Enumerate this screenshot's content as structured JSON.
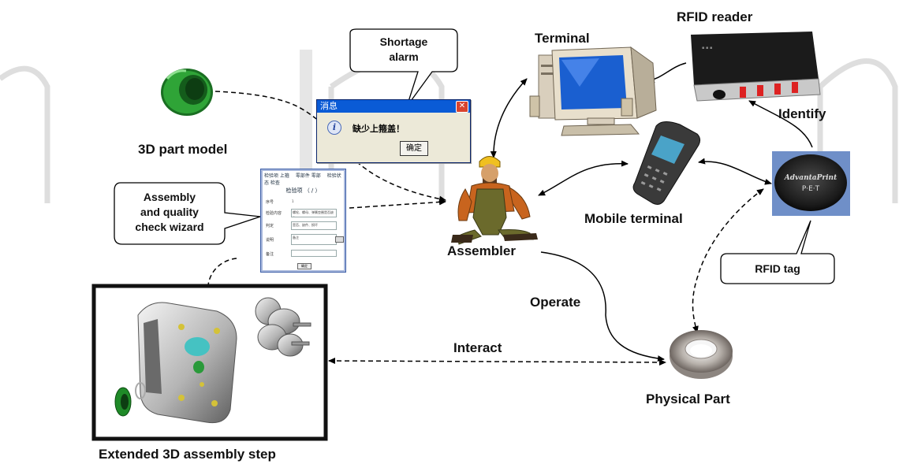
{
  "labels": {
    "rfid_reader": "RFID reader",
    "terminal": "Terminal",
    "identify": "Identify",
    "part_model": "3D part model",
    "assembler": "Assembler",
    "mobile_terminal": "Mobile terminal",
    "operate": "Operate",
    "interact": "Interact",
    "physical_part": "Physical Part",
    "extended_step": "Extended 3D assembly step"
  },
  "callouts": {
    "shortage": "Shortage\nalarm",
    "wizard": "Assembly\nand quality\ncheck wizard",
    "rfid_tag": "RFID tag"
  },
  "dialog": {
    "title": "消息",
    "message": "缺少上箍盖！",
    "ok": "确定"
  },
  "wizard_form": {
    "header_left": "检验项 上箍",
    "header_mid": "零部件 零部",
    "header_right": "检验状态 检查",
    "title": "检验项 （ / ）",
    "rows": [
      {
        "label": "序号",
        "value": "1"
      },
      {
        "label": "检验内容",
        "value": "螺栓、螺母、弹簧垫圈是否缺失"
      },
      {
        "label": "判定",
        "value": "是否、缺件、损坏"
      },
      {
        "label": "说明",
        "value": "备注"
      },
      {
        "label": "备注",
        "value": ""
      }
    ],
    "button": "确定"
  },
  "tag_print": {
    "line1": "AdvantaPrint",
    "line2": "P·E·T"
  },
  "colors": {
    "green_part": "#1f8a28",
    "monitor_screen": "#1a5fd0",
    "worker_shirt": "#c8641e",
    "overalls": "#6b6a2c",
    "helmet": "#f0c020",
    "tag_bg": "#6f8fc8",
    "watermark": "#d8d8d8"
  }
}
